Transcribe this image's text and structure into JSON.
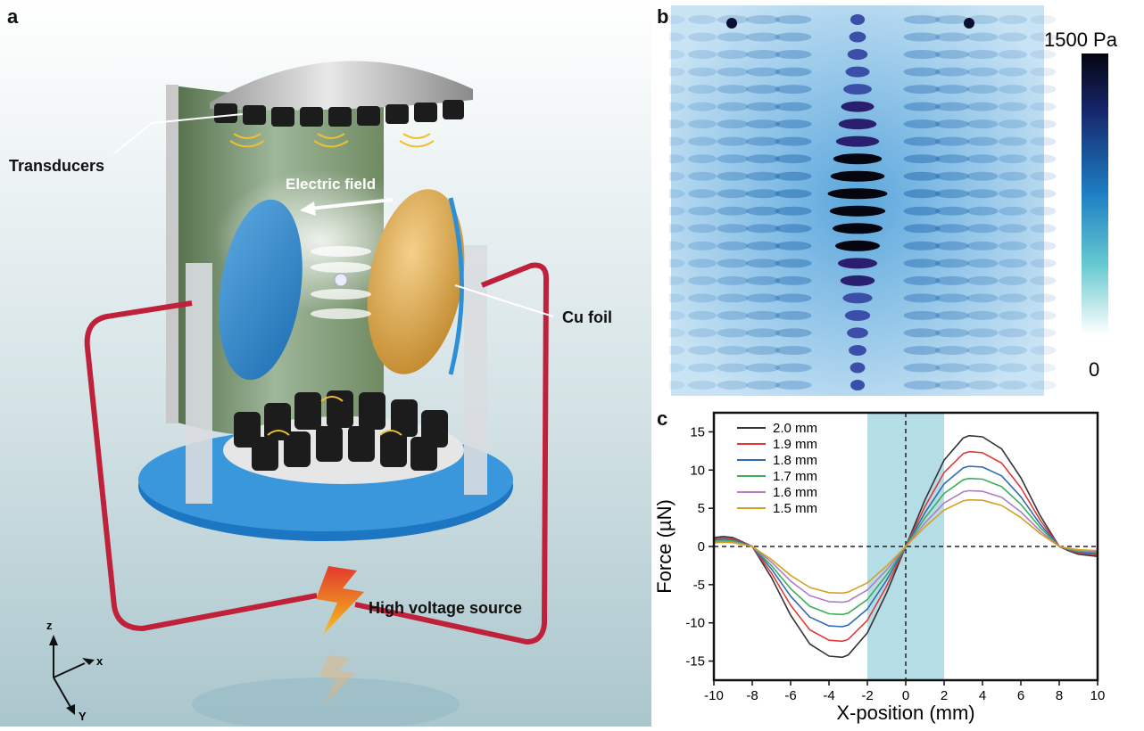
{
  "panels": {
    "a": {
      "letter": "a",
      "labels": {
        "transducers": "Transducers",
        "electric_field": "Electric field",
        "cu_foil": "Cu foil",
        "high_voltage": "High voltage source"
      },
      "axes": {
        "z": "z",
        "x": "x",
        "y": "Y"
      }
    },
    "b": {
      "letter": "b",
      "colorbar_max": "1500 Pa",
      "colorbar_min": "0"
    },
    "c": {
      "letter": "c"
    }
  },
  "chart_data": {
    "type": "line",
    "xlabel": "X-position (mm)",
    "ylabel": "Force (µN)",
    "xlim": [
      -10,
      10
    ],
    "ylim": [
      -17.5,
      17.5
    ],
    "xticks": [
      -10,
      -8,
      -6,
      -4,
      -2,
      0,
      2,
      4,
      6,
      8,
      10
    ],
    "yticks": [
      -15,
      -10,
      -5,
      0,
      5,
      10,
      15
    ],
    "x_tick_labels": [
      "-10",
      "-8",
      "-6",
      "-4",
      "-2",
      "0",
      "2",
      "4",
      "6",
      "8",
      "10"
    ],
    "y_tick_labels": [
      "-15",
      "-10",
      "-5",
      "0",
      "5",
      "10",
      "15"
    ],
    "shaded_band": [
      -2,
      2
    ],
    "legend_position": "top-left",
    "series": [
      {
        "name": "2.0 mm",
        "color": "#333333",
        "amplitude": 14.5
      },
      {
        "name": "1.9 mm",
        "color": "#e03a3a",
        "amplitude": 12.4
      },
      {
        "name": "1.8 mm",
        "color": "#2f6bb5",
        "amplitude": 10.5
      },
      {
        "name": "1.7 mm",
        "color": "#3cae5a",
        "amplitude": 8.9
      },
      {
        "name": "1.6 mm",
        "color": "#b07cc6",
        "amplitude": 7.3
      },
      {
        "name": "1.5 mm",
        "color": "#d4a020",
        "amplitude": 6.1
      }
    ],
    "x": [
      -10,
      -9.5,
      -9,
      -8.5,
      -8,
      -7,
      -6,
      -5,
      -4,
      -3.3,
      -3,
      -2,
      -1,
      0,
      1,
      2,
      3,
      3.3,
      4,
      5,
      6,
      7,
      8,
      8.5,
      9,
      9.5,
      10
    ],
    "shape": [
      0.08,
      0.09,
      0.08,
      0.04,
      0,
      -0.28,
      -0.62,
      -0.88,
      -0.99,
      -1.0,
      -0.98,
      -0.78,
      -0.42,
      0,
      0.42,
      0.78,
      0.98,
      1.0,
      0.99,
      0.88,
      0.62,
      0.28,
      0,
      -0.04,
      -0.07,
      -0.08,
      -0.09
    ]
  }
}
